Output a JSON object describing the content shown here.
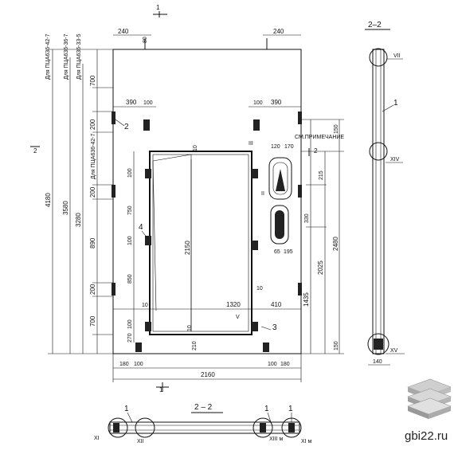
{
  "section_marks": {
    "top_left": "2",
    "left_mid": "2",
    "right_mid": "2",
    "bottom_left": "1",
    "top_mid": "1"
  },
  "section_titles": {
    "right": "2–2",
    "bottom": "2 – 2"
  },
  "vertical_notes": [
    "Для ПЦА636-42-7",
    "Для ПЦА636-36-7",
    "Для ПЦА636-33-5",
    "Для ПЦА636-42-7"
  ],
  "left_dims": [
    "4180",
    "3580",
    "3280"
  ],
  "inner_left_dims": [
    "700",
    "200",
    "200",
    "890",
    "200",
    "700"
  ],
  "door_left_dims": [
    "100",
    "750",
    "100",
    "850",
    "100"
  ],
  "top_dims": {
    "left": "240",
    "left_small": "80",
    "right": "240"
  },
  "upper_row_dims": {
    "left_a": "390",
    "left_b": "100",
    "right_a": "100",
    "right_b": "390"
  },
  "door_dims": {
    "height": "2150",
    "top": "10",
    "bottom": "210",
    "width": "1320",
    "right_a": "10",
    "right_b": "410",
    "left": "10",
    "mid": "10"
  },
  "right_dims": [
    "150",
    "215",
    "330",
    "1435",
    "2025",
    "2480",
    "150"
  ],
  "right_detail_dims": [
    "120",
    "170",
    "65",
    "195"
  ],
  "bottom_dims": [
    "180",
    "100",
    "2160",
    "100",
    "180"
  ],
  "bottom_left_small": "270",
  "note": "СМ.ПРИМЕЧАНИЕ",
  "roman_labels": [
    "III",
    "II",
    "V",
    "VII",
    "XIV",
    "XV",
    "XI",
    "XII",
    "XIII м",
    "XI м"
  ],
  "callouts": [
    "2",
    "4",
    "3",
    "1",
    "1",
    "1",
    "1"
  ],
  "right_section_dim": "140",
  "watermark_text": "gbi22.ru"
}
